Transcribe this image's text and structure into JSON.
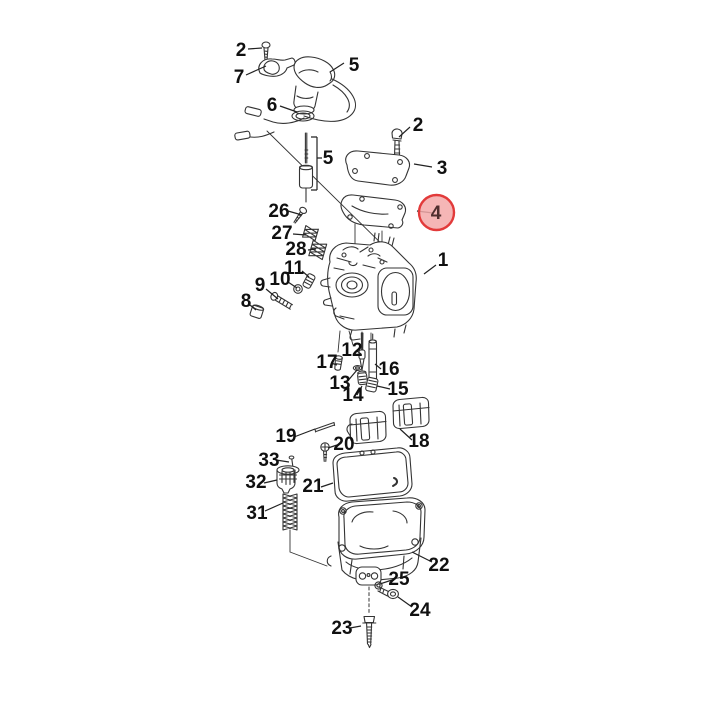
{
  "figure": {
    "kind": "exploded-parts-diagram",
    "subject": "carburetor exploded view",
    "background_color": "#ffffff",
    "line_color": "#343434",
    "label_color": "#101010"
  },
  "highlight": {
    "label": "4",
    "shape": "circle",
    "border_color": "#e23a3a",
    "fill_color": "#f3a9a9",
    "text_color": "#4f2e2e"
  },
  "callouts": [
    {
      "label": "2"
    },
    {
      "label": "7"
    },
    {
      "label": "5"
    },
    {
      "label": "6"
    },
    {
      "label": "2"
    },
    {
      "label": "5"
    },
    {
      "label": "3"
    },
    {
      "label": "4"
    },
    {
      "label": "1"
    },
    {
      "label": "26"
    },
    {
      "label": "27"
    },
    {
      "label": "28"
    },
    {
      "label": "11"
    },
    {
      "label": "10"
    },
    {
      "label": "9"
    },
    {
      "label": "8"
    },
    {
      "label": "17"
    },
    {
      "label": "12"
    },
    {
      "label": "13"
    },
    {
      "label": "14"
    },
    {
      "label": "16"
    },
    {
      "label": "15"
    },
    {
      "label": "18"
    },
    {
      "label": "19"
    },
    {
      "label": "20"
    },
    {
      "label": "33"
    },
    {
      "label": "32"
    },
    {
      "label": "21"
    },
    {
      "label": "31"
    },
    {
      "label": "22"
    },
    {
      "label": "25"
    },
    {
      "label": "24"
    },
    {
      "label": "23"
    }
  ]
}
